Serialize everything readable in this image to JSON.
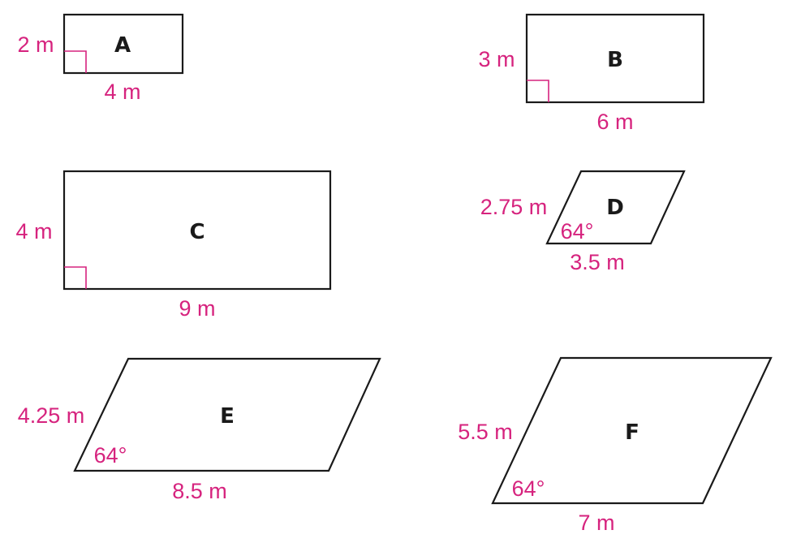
{
  "colors": {
    "outline": "#1a1a1a",
    "measure": "#d6237e",
    "background": "#ffffff"
  },
  "shapes": {
    "a": {
      "label": "A",
      "height": "2 m",
      "base": "4 m"
    },
    "b": {
      "label": "B",
      "height": "3 m",
      "base": "6 m"
    },
    "c": {
      "label": "C",
      "height": "4 m",
      "base": "9 m"
    },
    "d": {
      "label": "D",
      "side": "2.75 m",
      "base": "3.5 m",
      "angle": "64°"
    },
    "e": {
      "label": "E",
      "side": "4.25 m",
      "base": "8.5 m",
      "angle": "64°"
    },
    "f": {
      "label": "F",
      "side": "5.5 m",
      "base": "7 m",
      "angle": "64°"
    }
  }
}
